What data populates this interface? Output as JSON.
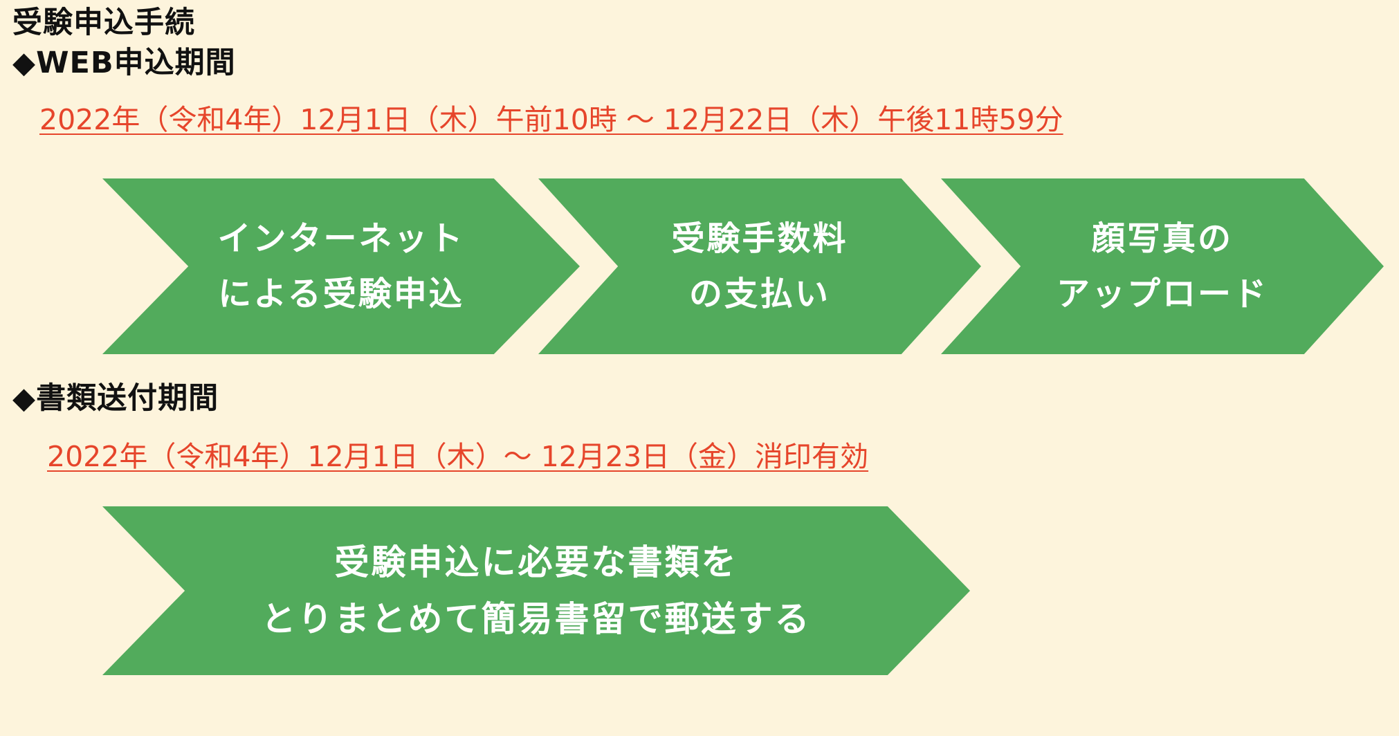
{
  "page": {
    "title": "受験申込手続"
  },
  "web_section": {
    "heading_marker": "◆",
    "heading_text": "WEB申込期間",
    "period": "2022年（令和4年）12月1日（木）午前10時 ～ 12月22日（木）午後11時59分",
    "steps": [
      {
        "label": "インターネット\nによる受験申込"
      },
      {
        "label": "受験手数料\nの支払い"
      },
      {
        "label": "顔写真の\nアップロード"
      }
    ]
  },
  "docs_section": {
    "heading_marker": "◆",
    "heading_text": "書類送付期間",
    "period": "2022年（令和4年）12月1日（木）～ 12月23日（金）消印有効",
    "step": {
      "label": "受験申込に必要な書類を\nとりまとめて簡易書留で郵送する"
    }
  },
  "colors": {
    "background": "#fdf4dc",
    "arrow_fill": "#52ab5c",
    "period_text": "#e6452b",
    "heading_text": "#111111"
  }
}
